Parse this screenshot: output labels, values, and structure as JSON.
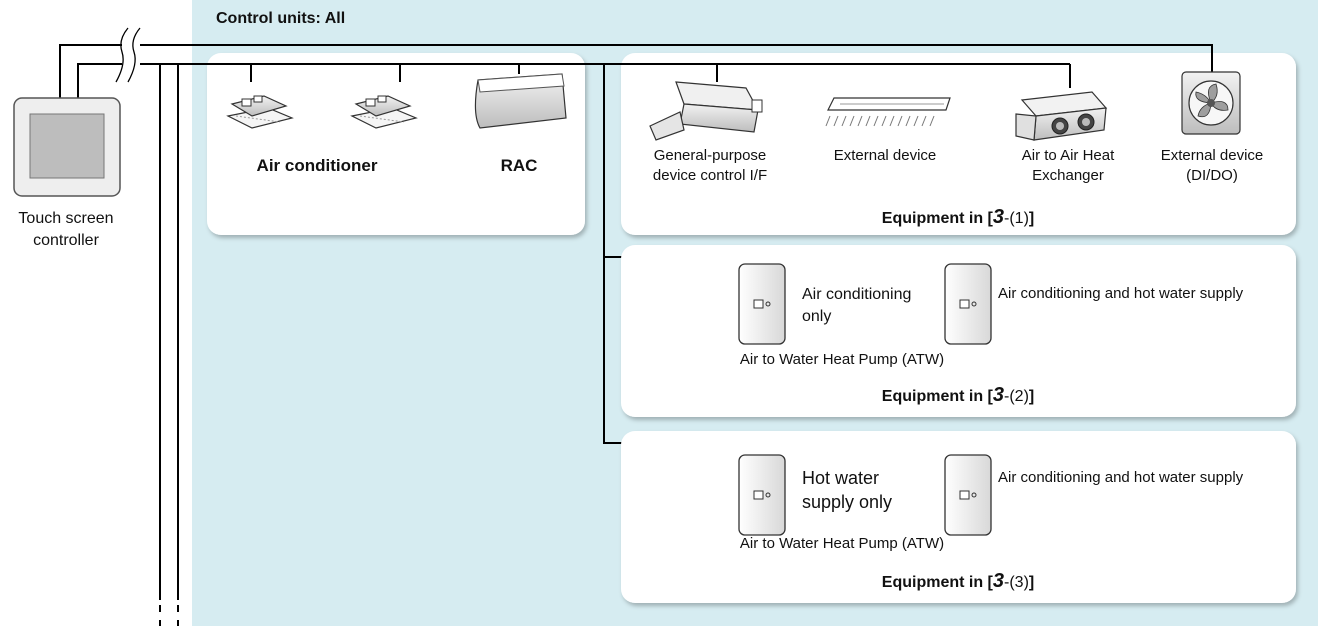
{
  "title": "Control units: All",
  "controller": {
    "line1": "Touch screen",
    "line2": "controller"
  },
  "group_a": {
    "air_conditioner": "Air conditioner",
    "rac": "RAC"
  },
  "group_1": {
    "gpdc_line1": "General-purpose",
    "gpdc_line2": "device control I/F",
    "external_device": "External device",
    "heat_exchanger_line1": "Air to Air Heat",
    "heat_exchanger_line2": "Exchanger",
    "ext_dido_line1": "External device",
    "ext_dido_line2": "(DI/DO)",
    "label_prefix": "Equipment in [",
    "label_num": "3",
    "label_suffix": "-(1)",
    "label_close": "]"
  },
  "group_2": {
    "unit1_line1": "Air conditioning",
    "unit1_line2": "only",
    "unit2": "Air conditioning and hot water supply",
    "atw": "Air to Water Heat Pump (ATW)",
    "label_prefix": "Equipment in [",
    "label_num": "3",
    "label_suffix": "-(2)",
    "label_close": "]"
  },
  "group_3": {
    "unit1_line1": "Hot water",
    "unit1_line2": "supply only",
    "unit2": "Air conditioning and hot water supply",
    "atw": "Air to Water Heat Pump (ATW)",
    "label_prefix": "Equipment in [",
    "label_num": "3",
    "label_suffix": "-(3)",
    "label_close": "]"
  },
  "colors": {
    "zone_background": "#d6ecf1",
    "panel": "#ffffff",
    "line": "#000000"
  }
}
